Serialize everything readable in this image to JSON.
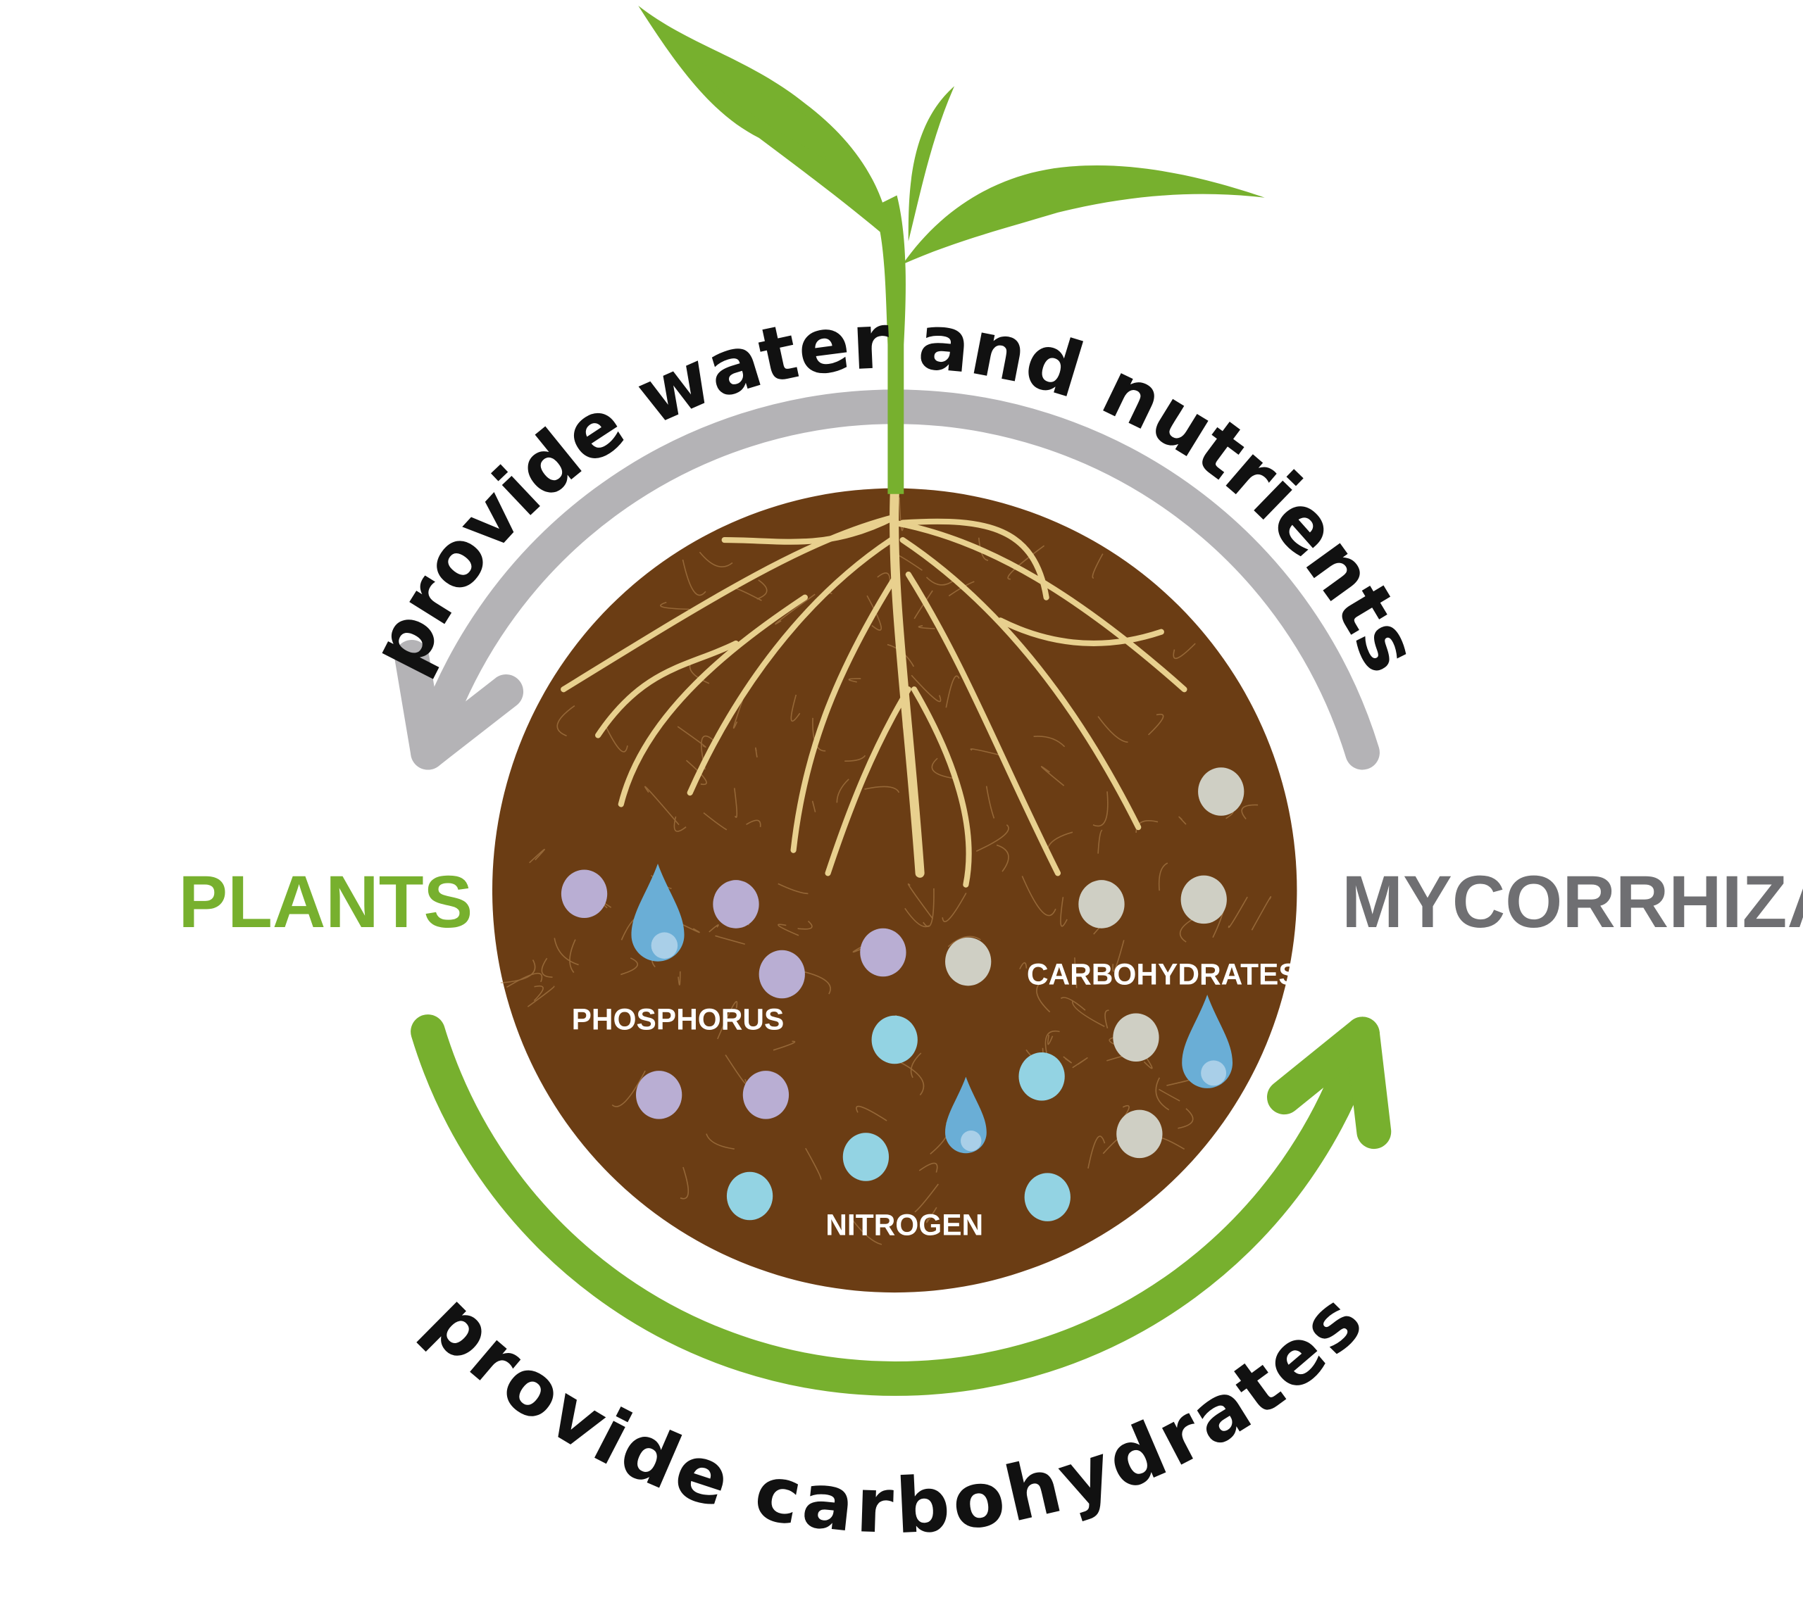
{
  "labels": {
    "plants": "PLANTS",
    "mycorrhiza": "MYCORRHIZA",
    "phosphorus": "PHOSPHORUS",
    "nitrogen": "NITROGEN",
    "carbohydrates": "CARBOHYDRATES"
  },
  "arrows": {
    "top_text": "provide water and nutrients",
    "bottom_text": "provide carbohydrates"
  },
  "colors": {
    "plants_green": "#77b02e",
    "mycorrhiza_gray": "#6f6f72",
    "arrow_gray": "#b4b3b6",
    "soil_brown": "#6b3d14",
    "root_tan": "#e8d08e",
    "phosphorus_purple": "#b9aed3",
    "nitrogen_blue": "#93d3e3",
    "carbohydrate_gray": "#cfcfc4",
    "water_blue": "#6aaed6"
  },
  "icons": [
    "plant-seedling-icon",
    "water-drop-icon",
    "nutrient-dot-icon",
    "cycle-arrow-icon"
  ]
}
